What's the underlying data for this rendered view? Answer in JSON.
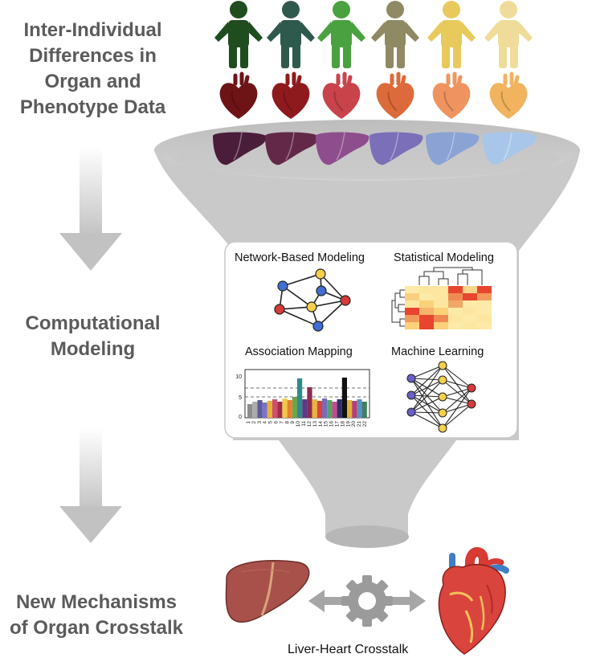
{
  "stages": {
    "top_lines": [
      "Inter-Individual",
      "Differences in",
      "Organ and",
      "Phenotype Data"
    ],
    "middle_lines": [
      "Computational",
      "Modeling"
    ],
    "bottom_lines": [
      "New Mechanisms",
      "of Organ Crosstalk"
    ]
  },
  "panels": {
    "network": "Network-Based Modeling",
    "statistical": "Statistical Modeling",
    "association": "Association Mapping",
    "ml": "Machine Learning"
  },
  "manhattan": {
    "y_ticks": [
      "10",
      "5",
      "0"
    ],
    "x_ticks": [
      "1",
      "2",
      "3",
      "4",
      "5",
      "6",
      "7",
      "8",
      "9",
      "10",
      "11",
      "12",
      "13",
      "14",
      "15",
      "16",
      "17",
      "18",
      "19",
      "20",
      "21",
      "22"
    ]
  },
  "caption": "Liver-Heart Crosstalk",
  "colors": {
    "people": [
      "#1f4d1f",
      "#2e5a4d",
      "#4aa13f",
      "#8f8a64",
      "#e8c95c",
      "#efdc9a"
    ],
    "hearts": [
      "#6e1316",
      "#8e1a1e",
      "#c9434b",
      "#dd6a3a",
      "#ef9460",
      "#f2b35f"
    ],
    "livers": [
      "#4a1d3a",
      "#632848",
      "#8e4d8c",
      "#7a6fb8",
      "#8aa3d4",
      "#a8c6ea"
    ],
    "funnel": "#c9c9c9",
    "arrow": "#c2c2c2",
    "node_blue": "#3f6fd0",
    "node_yellow": "#f5d04a",
    "node_red": "#d63a3a"
  }
}
